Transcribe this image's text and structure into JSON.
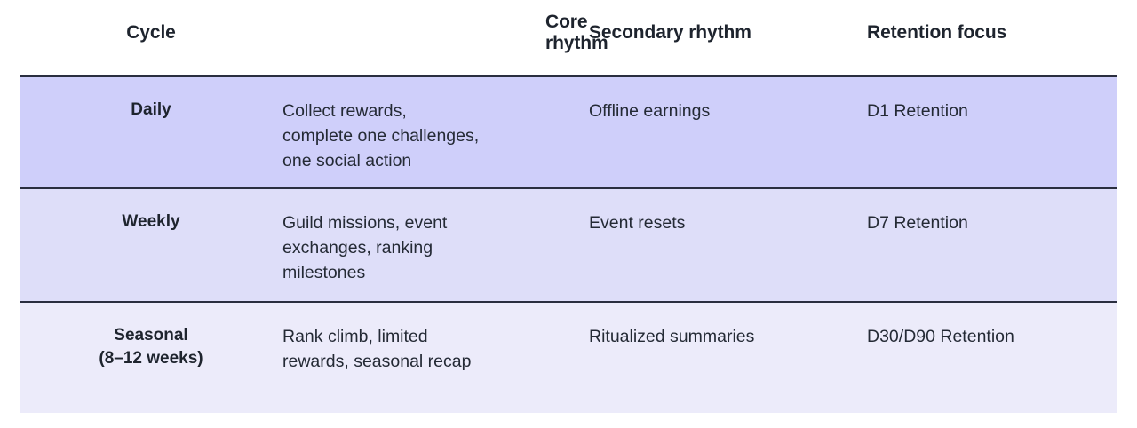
{
  "table": {
    "name": "live-ops-cycle-rhythm-table",
    "colors": {
      "row_1_bg": "#cfcffa",
      "row_2_bg": "#dedef9",
      "row_3_bg": "#ecebfa",
      "rule": "#2a2e3f",
      "header_text": "#1e242e",
      "body_text": "#242a35",
      "page_bg": "#ffffff"
    },
    "columns": [
      {
        "key": "cycle",
        "label": "Cycle",
        "align": "center"
      },
      {
        "key": "core",
        "label": "Core rhythm",
        "align": "left"
      },
      {
        "key": "secondary",
        "label": "Secondary rhythm",
        "align": "left"
      },
      {
        "key": "retention",
        "label": "Retention focus",
        "align": "left"
      }
    ],
    "rows": [
      {
        "cycle": "Daily",
        "core": "Collect rewards,\ncomplete one challenges,\none social action",
        "secondary": "Offline earnings",
        "retention": "D1 Retention"
      },
      {
        "cycle": "Weekly",
        "core": "Guild missions, event\nexchanges, ranking\nmilestones",
        "secondary": "Event resets",
        "retention": "D7 Retention"
      },
      {
        "cycle": "Seasonal\n(8–12 weeks)",
        "core": "Rank climb, limited\nrewards, seasonal recap",
        "secondary": "Ritualized summaries",
        "retention": "D30/D90 Retention"
      }
    ]
  }
}
